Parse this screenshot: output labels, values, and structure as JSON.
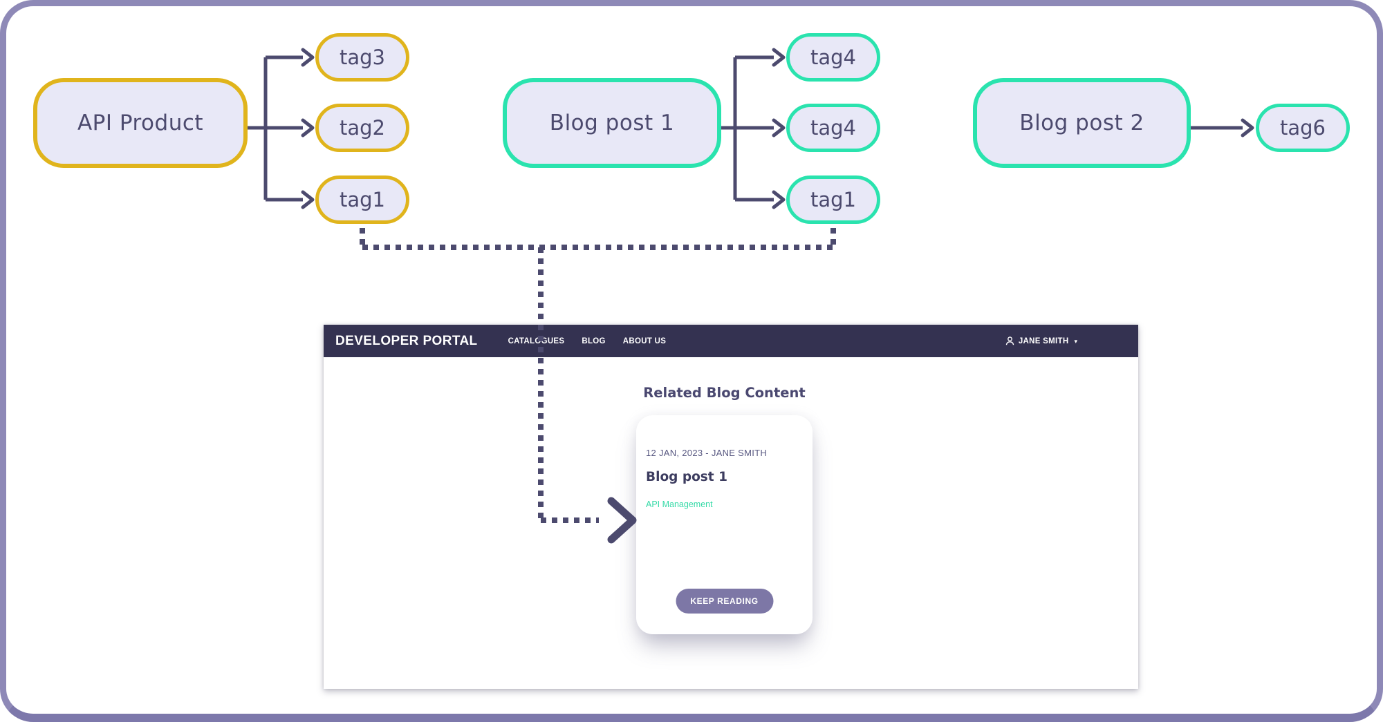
{
  "colors": {
    "gold": "#e0b41c",
    "teal": "#2ae3ae",
    "tealtext": "#35daa7",
    "lavender": "#e8e8f7",
    "ink": "#4c4a6e",
    "navbar": "#343251",
    "button": "#7d77a6",
    "frame": "#8e89b7"
  },
  "diagram": {
    "api_product": {
      "label": "API Product"
    },
    "api_tags": [
      {
        "label": "tag3"
      },
      {
        "label": "tag2"
      },
      {
        "label": "tag1"
      }
    ],
    "blog_post_1": {
      "label": "Blog post 1"
    },
    "blog1_tags": [
      {
        "label": "tag4"
      },
      {
        "label": "tag4"
      },
      {
        "label": "tag1"
      }
    ],
    "blog_post_2": {
      "label": "Blog post 2"
    },
    "blog2_tags": [
      {
        "label": "tag6"
      }
    ]
  },
  "portal": {
    "brand": "DEVELOPER PORTAL",
    "nav": [
      {
        "label": "CATALOGUES"
      },
      {
        "label": "BLOG"
      },
      {
        "label": "ABOUT US"
      }
    ],
    "user": {
      "name": "JANE SMITH"
    },
    "heading": "Related Blog Content",
    "card": {
      "meta": "12 JAN, 2023 - JANE SMITH",
      "title": "Blog post 1",
      "tag": "API Management",
      "cta": "KEEP READING"
    }
  }
}
